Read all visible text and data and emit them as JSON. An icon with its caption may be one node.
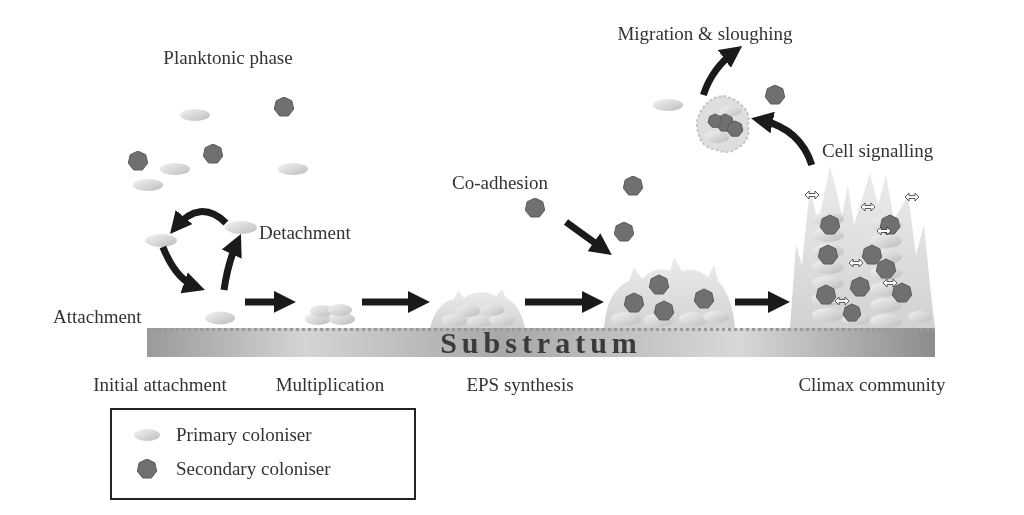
{
  "diagram": {
    "nodes": [
      {
        "text": [],
        "shape": "picture"
      },
      {
        "text": [],
        "shape": "picture"
      },
      {
        "text": [],
        "shape": "picture"
      },
      {
        "text": [],
        "shape": "picture"
      },
      {
        "text": [],
        "shape": "picture"
      },
      {
        "text": [],
        "shape": "picture"
      },
      {
        "text": [],
        "shape": "picture"
      },
      {
        "text": [],
        "shape": "picture"
      },
      {
        "text": [
          "Migration & sloughing"
        ]
      }
    ],
    "edges": [
      {
        "from": 1,
        "to": 0,
        "arrow": "to"
      },
      {
        "from": 0,
        "to": 2,
        "arrow": "to"
      },
      {
        "from": 2,
        "to": 1,
        "arrow": "to"
      },
      {
        "from": 2,
        "to": 3,
        "arrow": "to"
      },
      {
        "from": 3,
        "to": 4,
        "arrow": "to"
      },
      {
        "from": 4,
        "to": 5,
        "arrow": "to"
      },
      {
        "from": 5,
        "to": 6,
        "arrow": "to"
      },
      {
        "from": 6,
        "to": 7,
        "arrow": "to"
      },
      {
        "from": 7,
        "to": 8,
        "arrow": "to"
      },
      {
        "from": null,
        "to": 5,
        "arrow": "to"
      }
    ],
    "labels": [
      "Planktonic phase",
      "Cell signalling",
      "Co-adhesion",
      "Detachment",
      "Attachment",
      "Substratum",
      "Initial attachment",
      "Multiplication",
      "EPS synthesis",
      "Climax community"
    ],
    "legend": [
      {
        "text": "Primary coloniser"
      },
      {
        "text": "Secondary coloniser"
      }
    ]
  }
}
